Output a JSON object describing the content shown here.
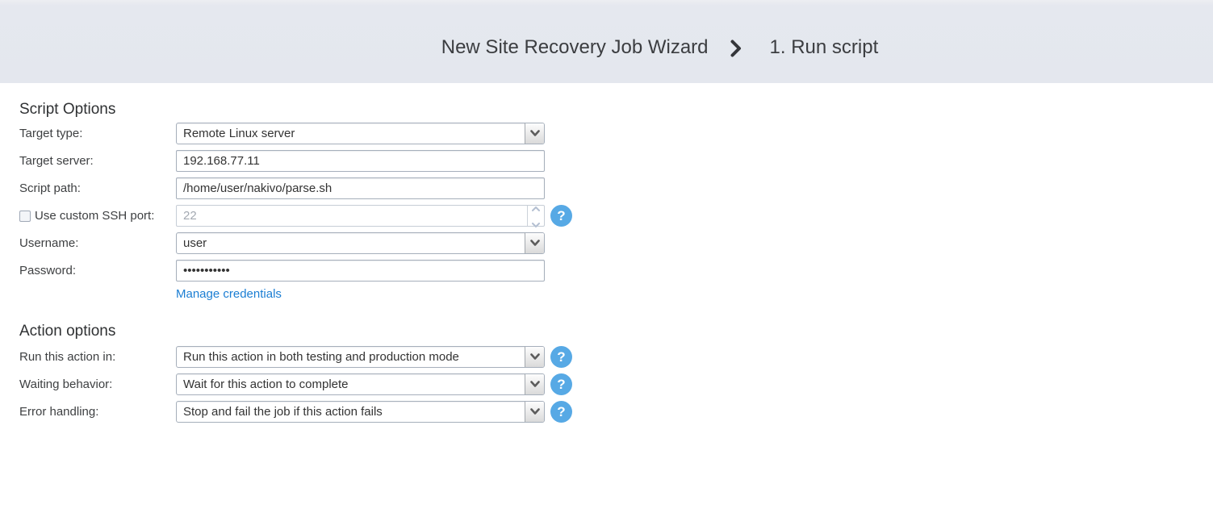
{
  "header": {
    "wizard_title": "New Site Recovery Job Wizard",
    "step_title": "1. Run script"
  },
  "script_options": {
    "title": "Script Options",
    "target_type": {
      "label": "Target type:",
      "value": "Remote Linux server"
    },
    "target_server": {
      "label": "Target server:",
      "value": "192.168.77.11"
    },
    "script_path": {
      "label": "Script path:",
      "value": "/home/user/nakivo/parse.sh"
    },
    "ssh_port": {
      "label": "Use custom SSH port:",
      "value": "22",
      "checked": false,
      "disabled": true
    },
    "username": {
      "label": "Username:",
      "value": "user"
    },
    "password": {
      "label": "Password:",
      "value": "•••••••••••"
    },
    "manage_credentials_link": "Manage credentials"
  },
  "action_options": {
    "title": "Action options",
    "run_mode": {
      "label": "Run this action in:",
      "value": "Run this action in both testing and production mode"
    },
    "waiting_behavior": {
      "label": "Waiting behavior:",
      "value": "Wait for this action to complete"
    },
    "error_handling": {
      "label": "Error handling:",
      "value": "Stop and fail the job if this action fails"
    }
  },
  "icons": {
    "help_glyph": "?"
  },
  "colors": {
    "header_bg": "#e4e7ee",
    "help_blue": "#57a9e5",
    "link_blue": "#1b7ed3",
    "text_dark": "#3e4042"
  }
}
